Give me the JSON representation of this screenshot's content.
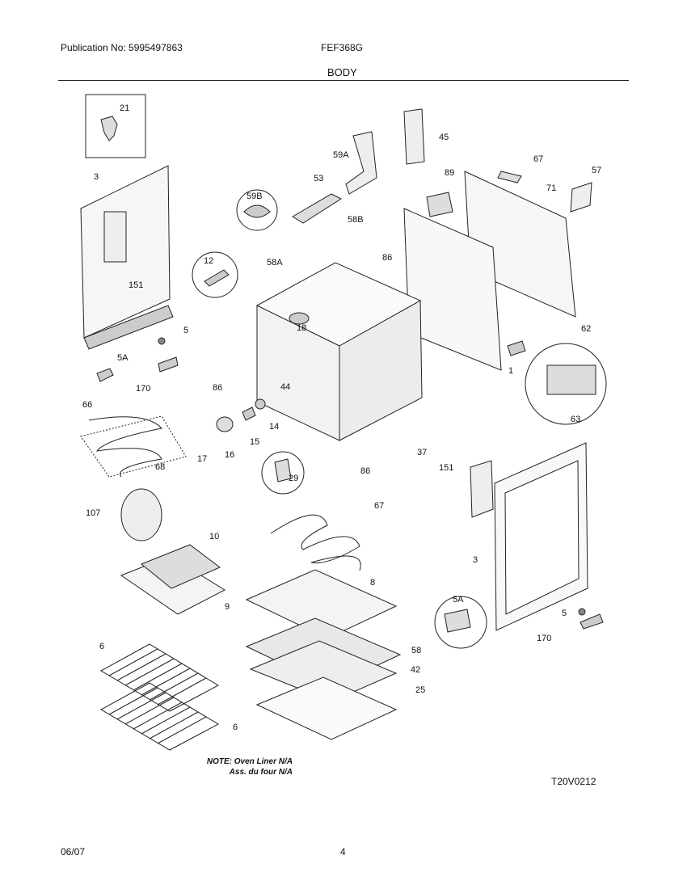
{
  "header": {
    "publication": "Publication No: 5995497863",
    "model": "FEF368G",
    "section": "BODY"
  },
  "labels": [
    {
      "id": "21",
      "t": "21"
    },
    {
      "id": "45",
      "t": "45"
    },
    {
      "id": "59A",
      "t": "59A"
    },
    {
      "id": "67a",
      "t": "67"
    },
    {
      "id": "57",
      "t": "57"
    },
    {
      "id": "3a",
      "t": "3"
    },
    {
      "id": "53",
      "t": "53"
    },
    {
      "id": "89",
      "t": "89"
    },
    {
      "id": "71",
      "t": "71"
    },
    {
      "id": "59B",
      "t": "59B"
    },
    {
      "id": "58B",
      "t": "58B"
    },
    {
      "id": "86a",
      "t": "86"
    },
    {
      "id": "12",
      "t": "12"
    },
    {
      "id": "58A",
      "t": "58A"
    },
    {
      "id": "151a",
      "t": "151"
    },
    {
      "id": "18",
      "t": "18"
    },
    {
      "id": "5a",
      "t": "5"
    },
    {
      "id": "62",
      "t": "62"
    },
    {
      "id": "5Aa",
      "t": "5A"
    },
    {
      "id": "86b",
      "t": "86"
    },
    {
      "id": "44",
      "t": "44"
    },
    {
      "id": "1",
      "t": "1"
    },
    {
      "id": "170a",
      "t": "170"
    },
    {
      "id": "66",
      "t": "66"
    },
    {
      "id": "14",
      "t": "14"
    },
    {
      "id": "63",
      "t": "63"
    },
    {
      "id": "15",
      "t": "15"
    },
    {
      "id": "17",
      "t": "17"
    },
    {
      "id": "16",
      "t": "16"
    },
    {
      "id": "68",
      "t": "68"
    },
    {
      "id": "37",
      "t": "37"
    },
    {
      "id": "86c",
      "t": "86"
    },
    {
      "id": "29",
      "t": "29"
    },
    {
      "id": "151b",
      "t": "151"
    },
    {
      "id": "107",
      "t": "107"
    },
    {
      "id": "67b",
      "t": "67"
    },
    {
      "id": "10",
      "t": "10"
    },
    {
      "id": "3b",
      "t": "3"
    },
    {
      "id": "8",
      "t": "8"
    },
    {
      "id": "9",
      "t": "9"
    },
    {
      "id": "5Ab",
      "t": "5A"
    },
    {
      "id": "5b",
      "t": "5"
    },
    {
      "id": "170b",
      "t": "170"
    },
    {
      "id": "6a",
      "t": "6"
    },
    {
      "id": "58",
      "t": "58"
    },
    {
      "id": "42",
      "t": "42"
    },
    {
      "id": "25",
      "t": "25"
    },
    {
      "id": "6b",
      "t": "6"
    }
  ],
  "note": {
    "line1": "NOTE: Oven Liner N/A",
    "line2": "Ass. du four N/A"
  },
  "diagram_code": "T20V0212",
  "footer": {
    "date": "06/07",
    "page": "4"
  }
}
